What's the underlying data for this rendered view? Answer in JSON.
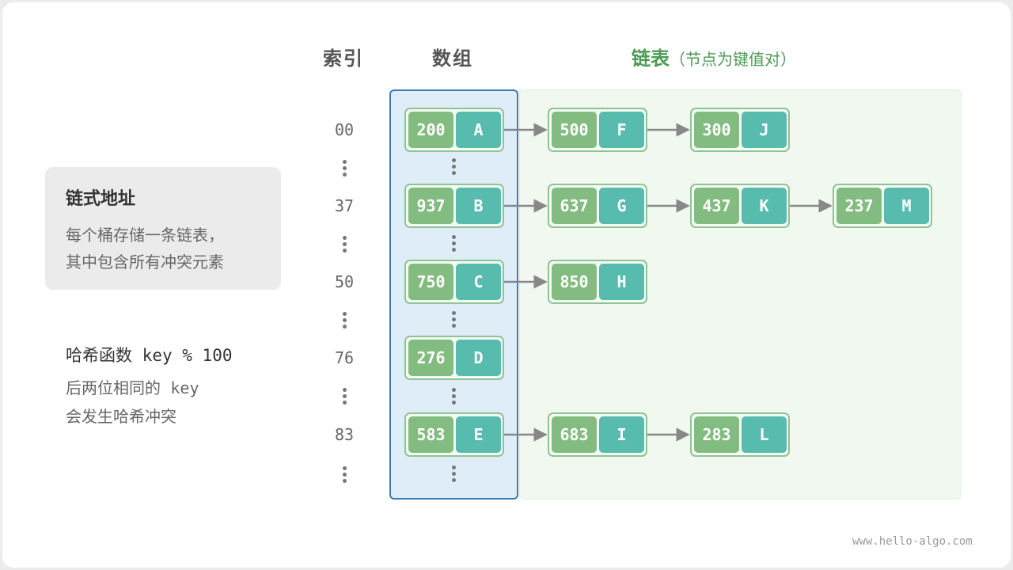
{
  "headers": {
    "index": "索引",
    "array": "数组",
    "list": "链表",
    "list_sub": "（节点为键值对）"
  },
  "indices": [
    "00",
    "37",
    "50",
    "76",
    "83"
  ],
  "buckets": [
    {
      "key": "200",
      "value": "A",
      "chain": [
        {
          "key": "500",
          "value": "F"
        },
        {
          "key": "300",
          "value": "J"
        }
      ]
    },
    {
      "key": "937",
      "value": "B",
      "chain": [
        {
          "key": "637",
          "value": "G"
        },
        {
          "key": "437",
          "value": "K"
        },
        {
          "key": "237",
          "value": "M"
        }
      ]
    },
    {
      "key": "750",
      "value": "C",
      "chain": [
        {
          "key": "850",
          "value": "H"
        }
      ]
    },
    {
      "key": "276",
      "value": "D",
      "chain": []
    },
    {
      "key": "583",
      "value": "E",
      "chain": [
        {
          "key": "683",
          "value": "I"
        },
        {
          "key": "283",
          "value": "L"
        }
      ]
    }
  ],
  "description": {
    "title": "链式地址",
    "line1": "每个桶存储一条链表，",
    "line2": "其中包含所有冲突元素"
  },
  "hash": {
    "title_cn": "哈希函数",
    "title_code": "key % 100",
    "line1_cn": "后两位相同的",
    "line1_code": "key",
    "line2": "会发生哈希冲突"
  },
  "watermark": "www.hello-algo.com",
  "colors": {
    "key_fill": "#83bc80",
    "value_fill": "#57bcae",
    "array_bg": "#deedf8",
    "array_border": "#3a7cb8",
    "list_bg": "#f1f8f0",
    "arrow": "#888888"
  }
}
